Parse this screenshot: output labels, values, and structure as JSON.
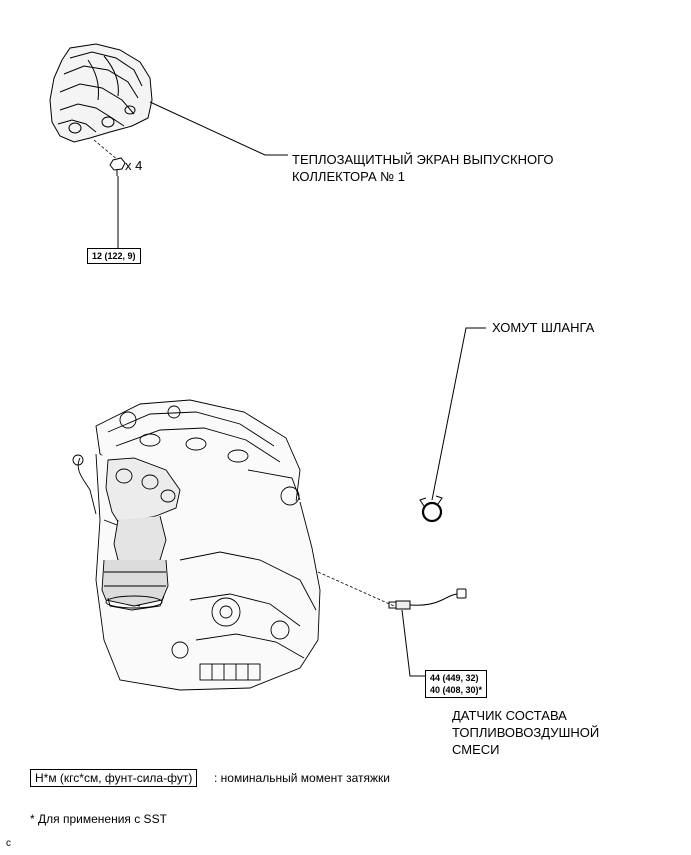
{
  "parts": {
    "heat_shield": {
      "label_line1": "ТЕПЛОЗАЩИТНЫЙ ЭКРАН ВЫПУСКНОГО",
      "label_line2": "КОЛЛЕКТОРА № 1",
      "bolt_qty": "x 4",
      "torque": "12 (122, 9)"
    },
    "hose_clamp": {
      "label": "ХОМУТ ШЛАНГА"
    },
    "af_sensor": {
      "torque_line1": "44 (449, 32)",
      "torque_line2": "40 (408, 30)*",
      "label_line1": "ДАТЧИК СОСТАВА",
      "label_line2": "ТОПЛИВОВОЗДУШНОЙ",
      "label_line3": "СМЕСИ"
    }
  },
  "legend": {
    "unit_box": "Н*м (кгс*см, фунт-сила-фут)",
    "unit_text": ": номинальный момент затяжки",
    "footnote": "* Для применения с SST"
  },
  "corner_code": "c"
}
